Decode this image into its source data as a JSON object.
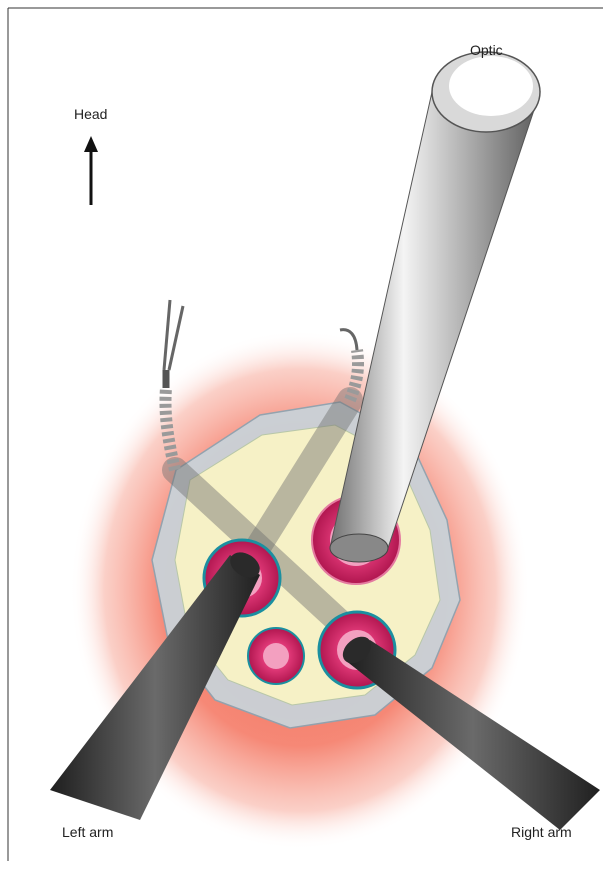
{
  "labels": {
    "optic": "Optic",
    "head": "Head",
    "left_arm": "Left arm",
    "right_arm": "Right arm"
  },
  "colors": {
    "glow": "#f26a55",
    "pad": "#c9d2d8",
    "tissue": "#f6f1c6",
    "port_ring": "#c81e5b",
    "port_outline": "#1b8fa0",
    "arm_dark": "#3a3a3a",
    "optic_silver": "#a9a9a9"
  }
}
